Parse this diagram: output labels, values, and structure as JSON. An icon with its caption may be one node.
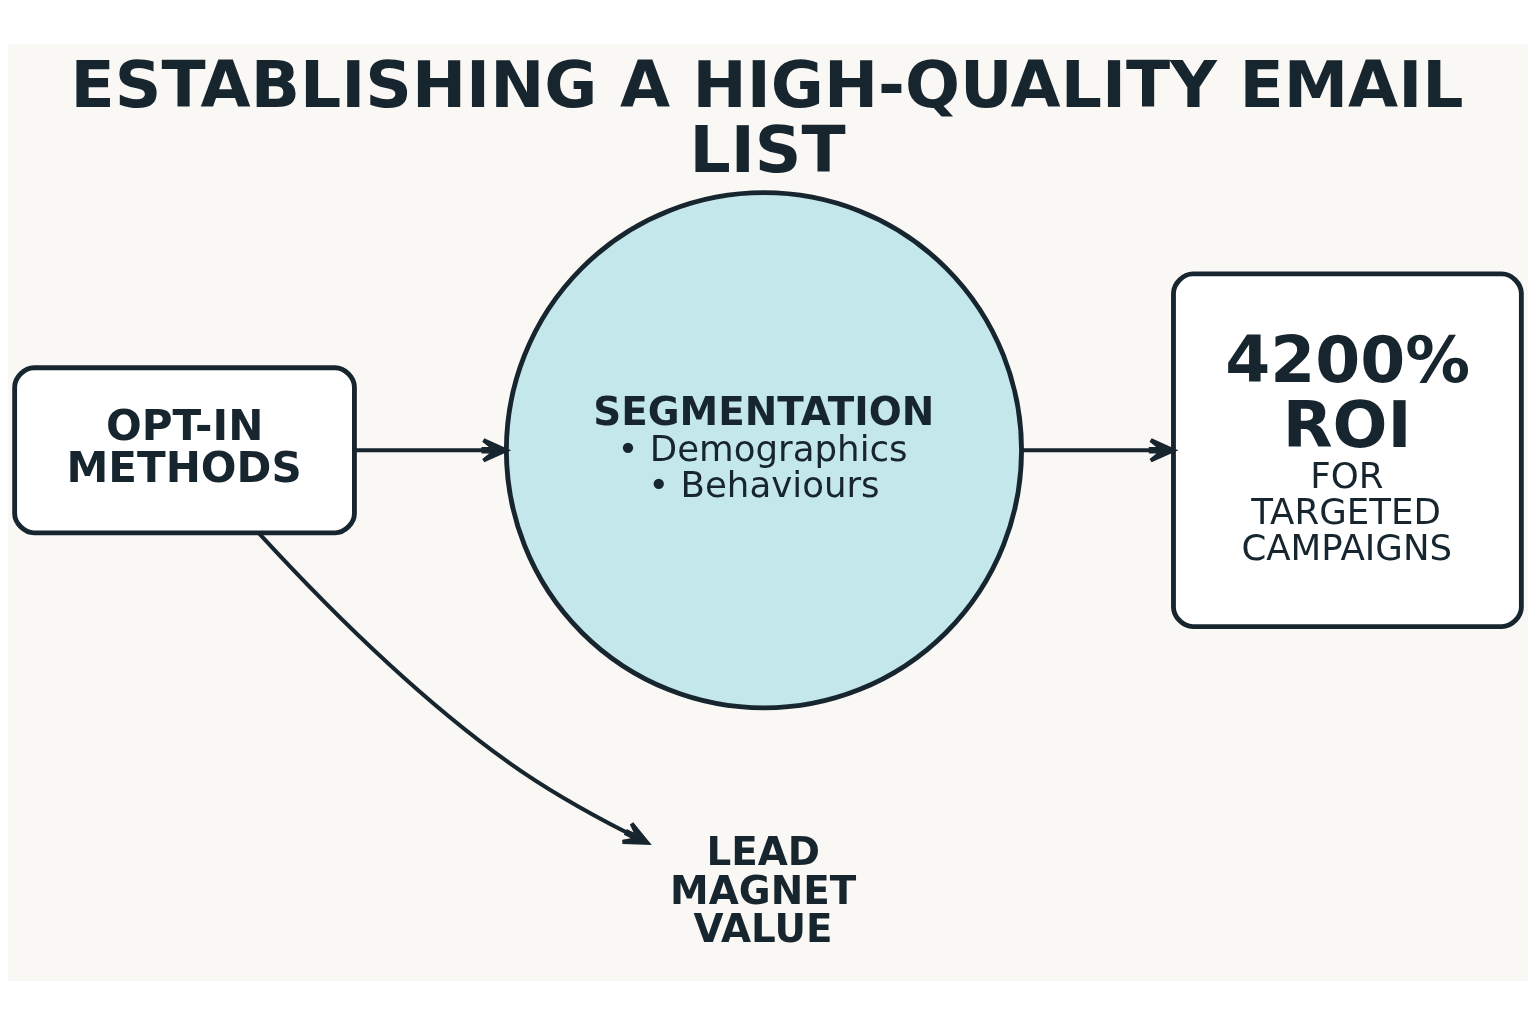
{
  "diagram": {
    "title": "ESTABLISHING A HIGH-QUALITY EMAIL LIST",
    "nodes": [
      {
        "text": [
          "OPT-IN METHODS"
        ]
      },
      {
        "text": [
          "SEGMENTATION",
          "• Demographics",
          "• Behaviours"
        ]
      },
      {
        "text": [
          "4200% ROI",
          "FOR TARGETED CAMPAIGNS"
        ]
      },
      {
        "text": [
          "LEAD MAGNET VALUE"
        ]
      }
    ],
    "edges": [
      {
        "from": 0,
        "to": 1,
        "arrow": "to"
      },
      {
        "from": 1,
        "to": 2,
        "arrow": "to"
      },
      {
        "from": 0,
        "to": 3,
        "arrow": "to"
      }
    ]
  }
}
